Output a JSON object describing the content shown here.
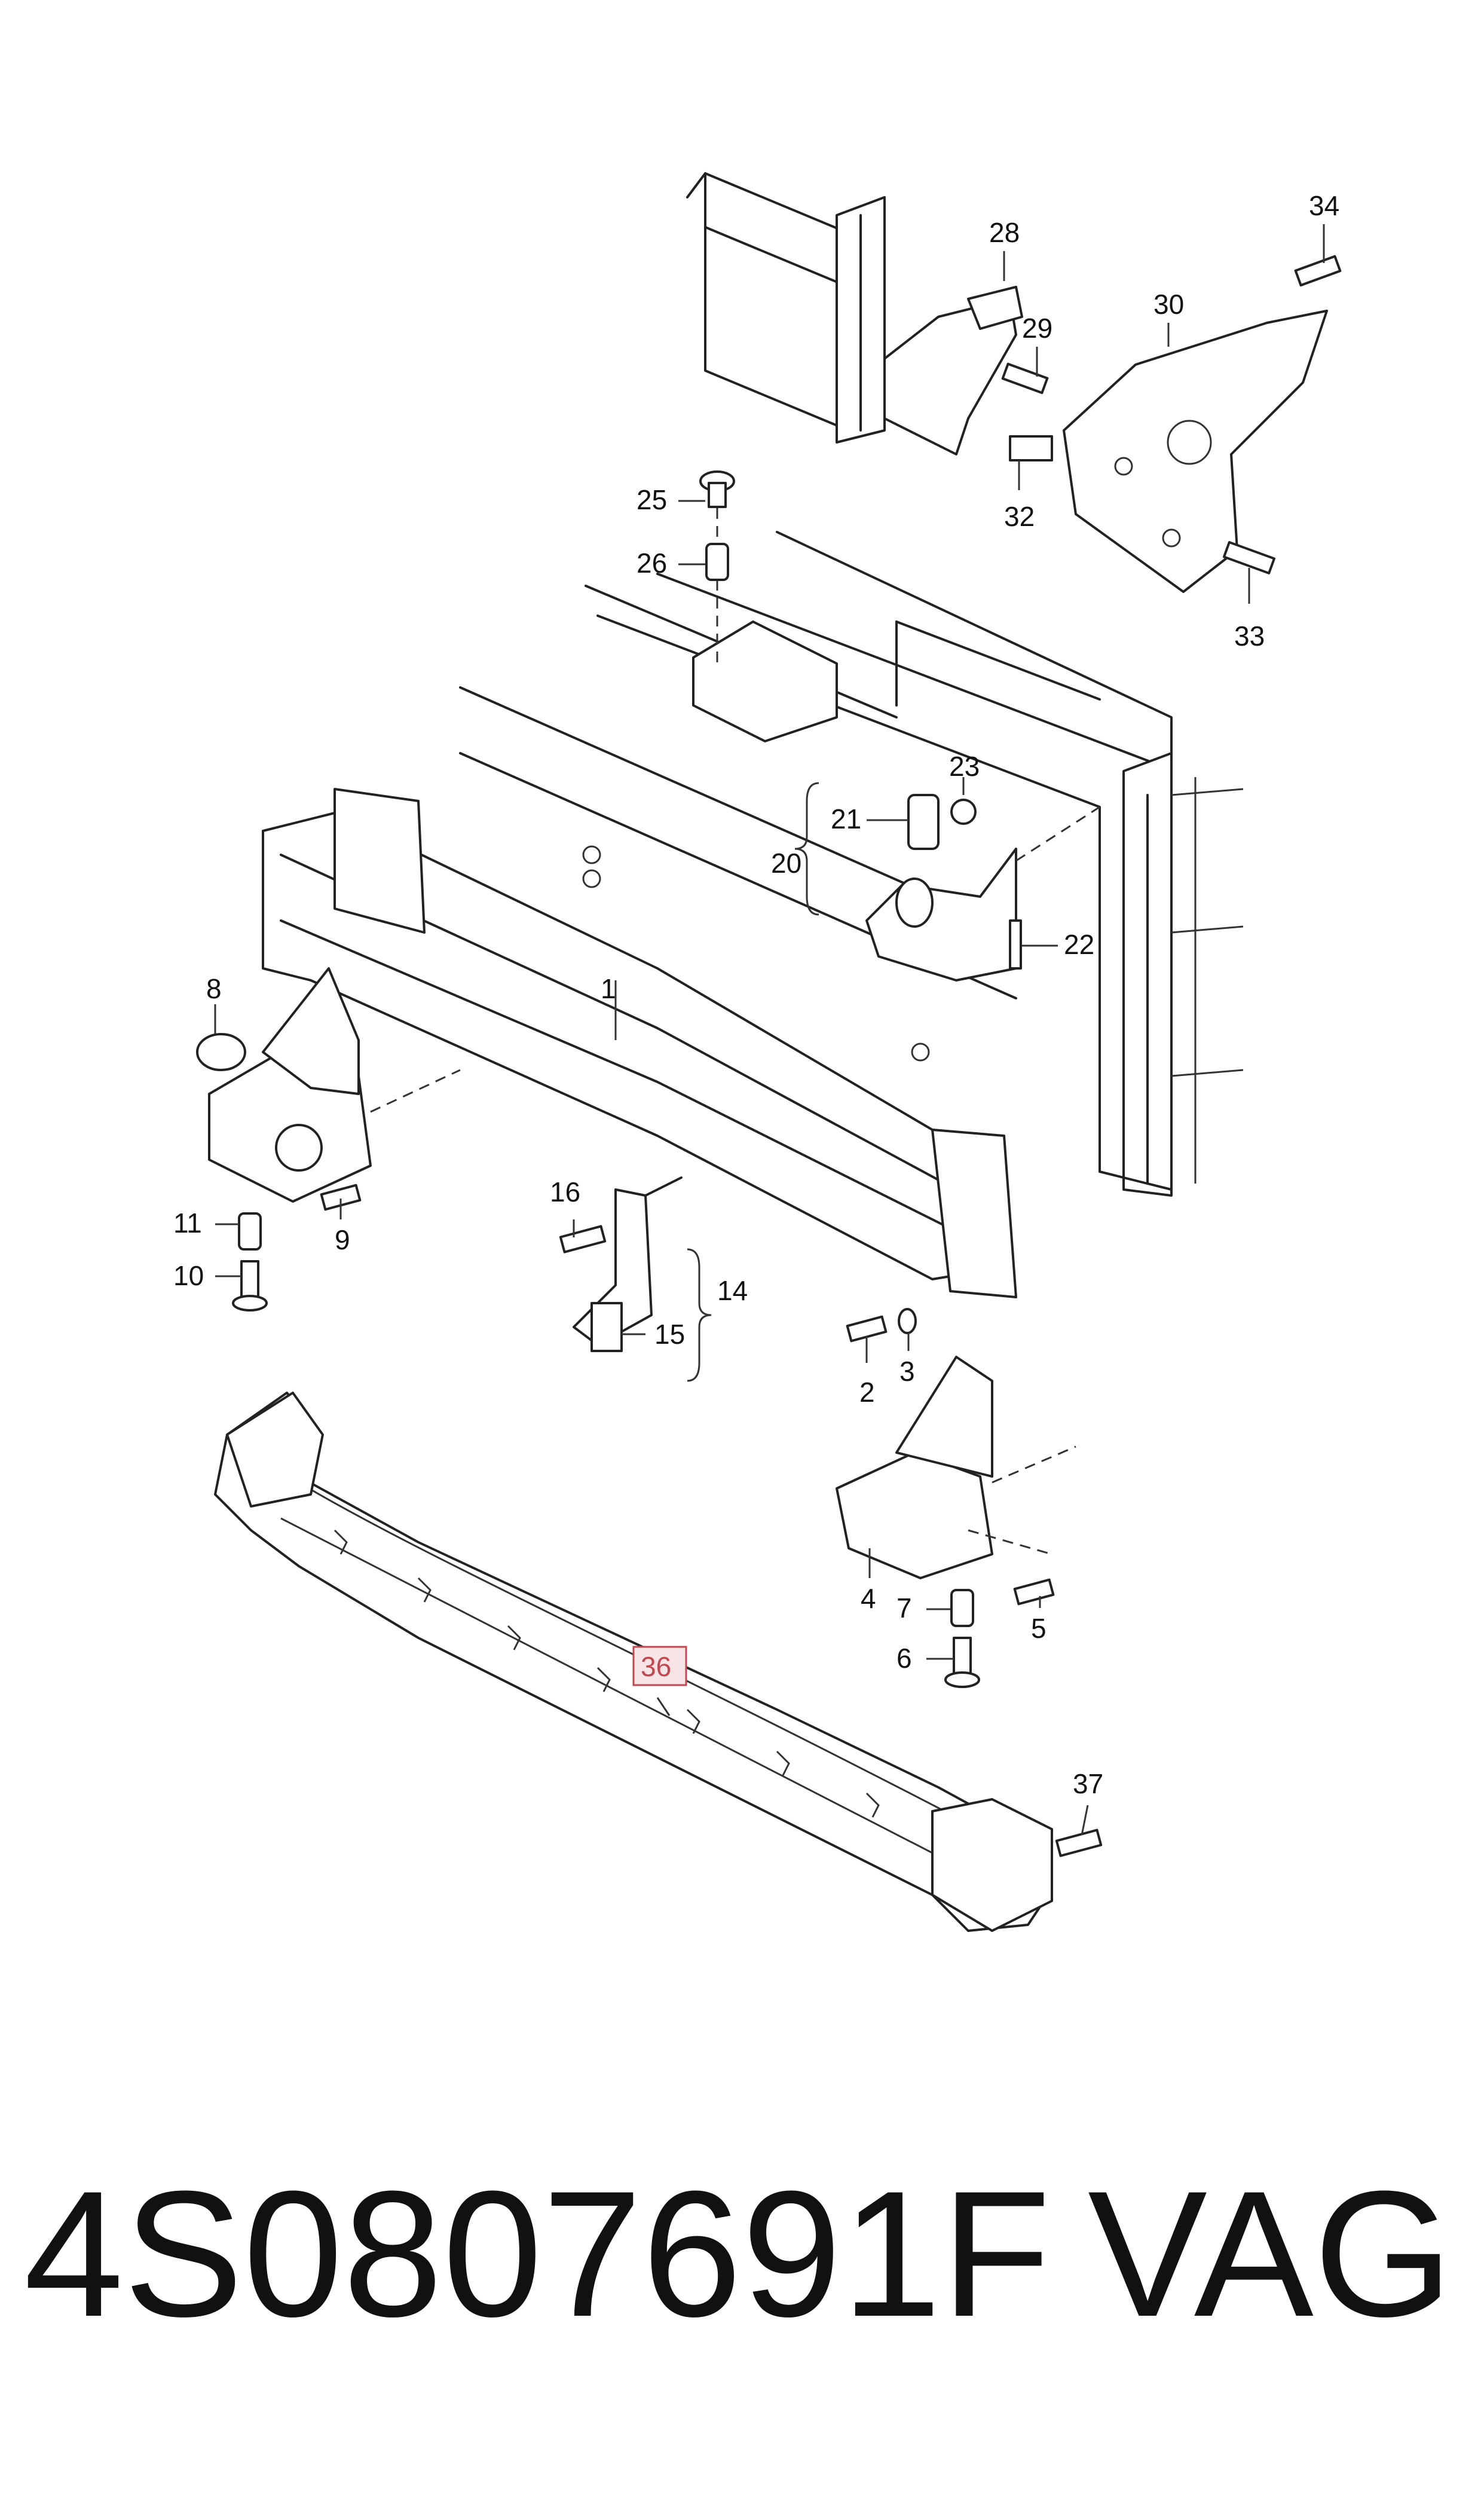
{
  "diagram": {
    "callouts": [
      "1",
      "2",
      "3",
      "4",
      "5",
      "6",
      "7",
      "8",
      "9",
      "10",
      "11",
      "14",
      "15",
      "16",
      "20",
      "21",
      "22",
      "23",
      "25",
      "26",
      "28",
      "29",
      "30",
      "32",
      "33",
      "34",
      "36",
      "37"
    ],
    "highlighted": "36",
    "highlight_color": "#c2474f"
  },
  "footer": {
    "part_number": "4S0807691F",
    "brand": "VAG"
  }
}
